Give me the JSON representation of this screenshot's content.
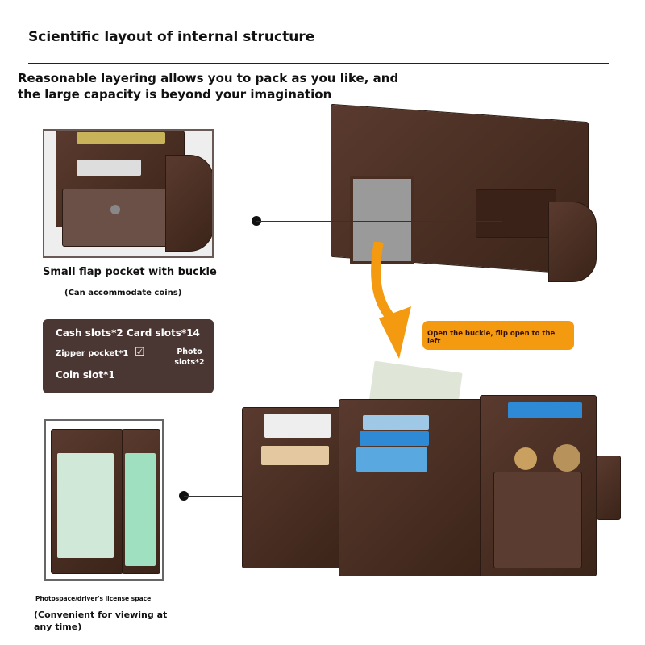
{
  "header": {
    "title": "Scientific layout of internal structure",
    "subtitle": "Reasonable layering allows you to pack as you like, and the large capacity is beyond your imagination"
  },
  "callouts": {
    "flap_pocket": {
      "label": "Small flap pocket with buckle",
      "note": "(Can accommodate coins)"
    },
    "specs": {
      "line1": "Cash slots*2 Card slots*14",
      "zipper": "Zipper pocket*1",
      "photo": "Photo slots*2",
      "coin": "Coin slot*1"
    },
    "open_hint": "Open the buckle, flip open to the left",
    "photo_space": {
      "label": "Photospace/driver's license space",
      "note": "(Convenient for viewing at any time)"
    }
  },
  "colors": {
    "accent": "#f39a10",
    "spec_bg": "#4a3632",
    "leather": "#4a2e22"
  }
}
